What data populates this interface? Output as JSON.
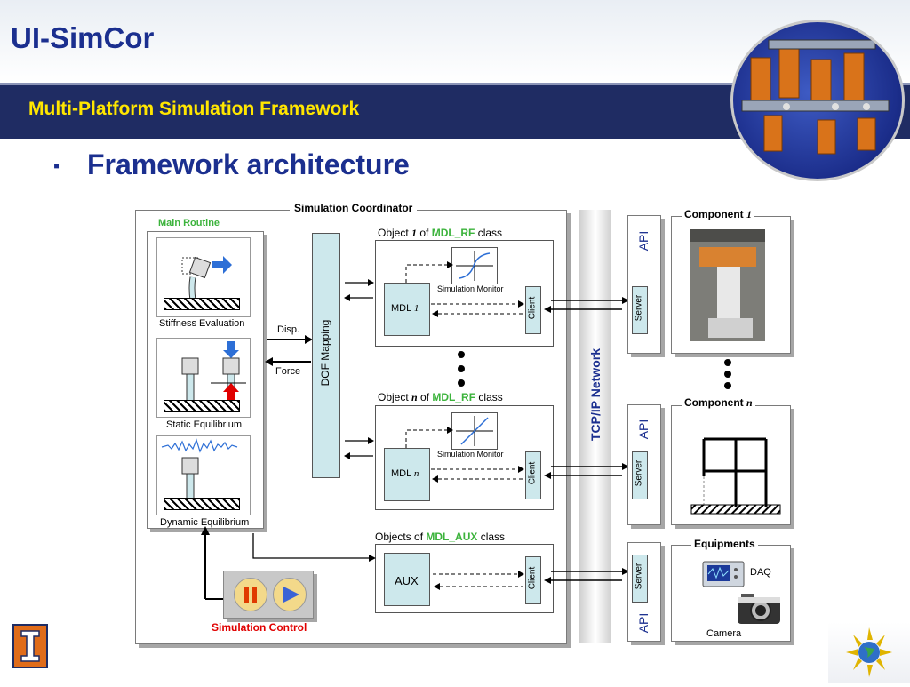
{
  "slide": {
    "title": "UI-SimCor",
    "subtitle": "Multi-Platform Simulation Framework",
    "heading": "Framework architecture",
    "bullet": "▪"
  },
  "coordinator": {
    "title": "Simulation Coordinator",
    "main_routine": "Main Routine",
    "stiffness": "Stiffness Evaluation",
    "static": "Static Equilibrium",
    "dynamic": "Dynamic Equilibrium",
    "disp": "Disp.",
    "force": "Force",
    "dof_mapping": "DOF Mapping",
    "sim_control": "Simulation Control"
  },
  "objects": {
    "obj1_prefix": "Object ",
    "obj1_index": "1",
    "obj1_of": " of ",
    "obj1_class": "MDL_RF",
    "obj1_suffix": " class",
    "obj1_mdl": "MDL ",
    "objn_prefix": "Object ",
    "objn_index": "n",
    "objn_of": " of ",
    "objn_class": "MDL_RF",
    "objn_suffix": " class",
    "objn_mdl": "MDL ",
    "aux_prefix": "Objects of ",
    "aux_class": "MDL_AUX",
    "aux_suffix": " class",
    "aux_label": "AUX",
    "sim_monitor": "Simulation Monitor",
    "client": "Client"
  },
  "network": {
    "label": "TCP/IP Network",
    "api": "API",
    "server": "Server"
  },
  "components": {
    "comp1_prefix": "Component ",
    "comp1_index": "1",
    "compn_prefix": "Component ",
    "compn_index": "n",
    "equipments": "Equipments",
    "daq": "DAQ",
    "camera": "Camera"
  },
  "colors": {
    "navy": "#1f2c63",
    "title_blue": "#1b2f8f",
    "subtitle_yellow": "#ffe600",
    "green": "#3cb33c",
    "teal": "#cde8ec",
    "red": "#e00000"
  }
}
